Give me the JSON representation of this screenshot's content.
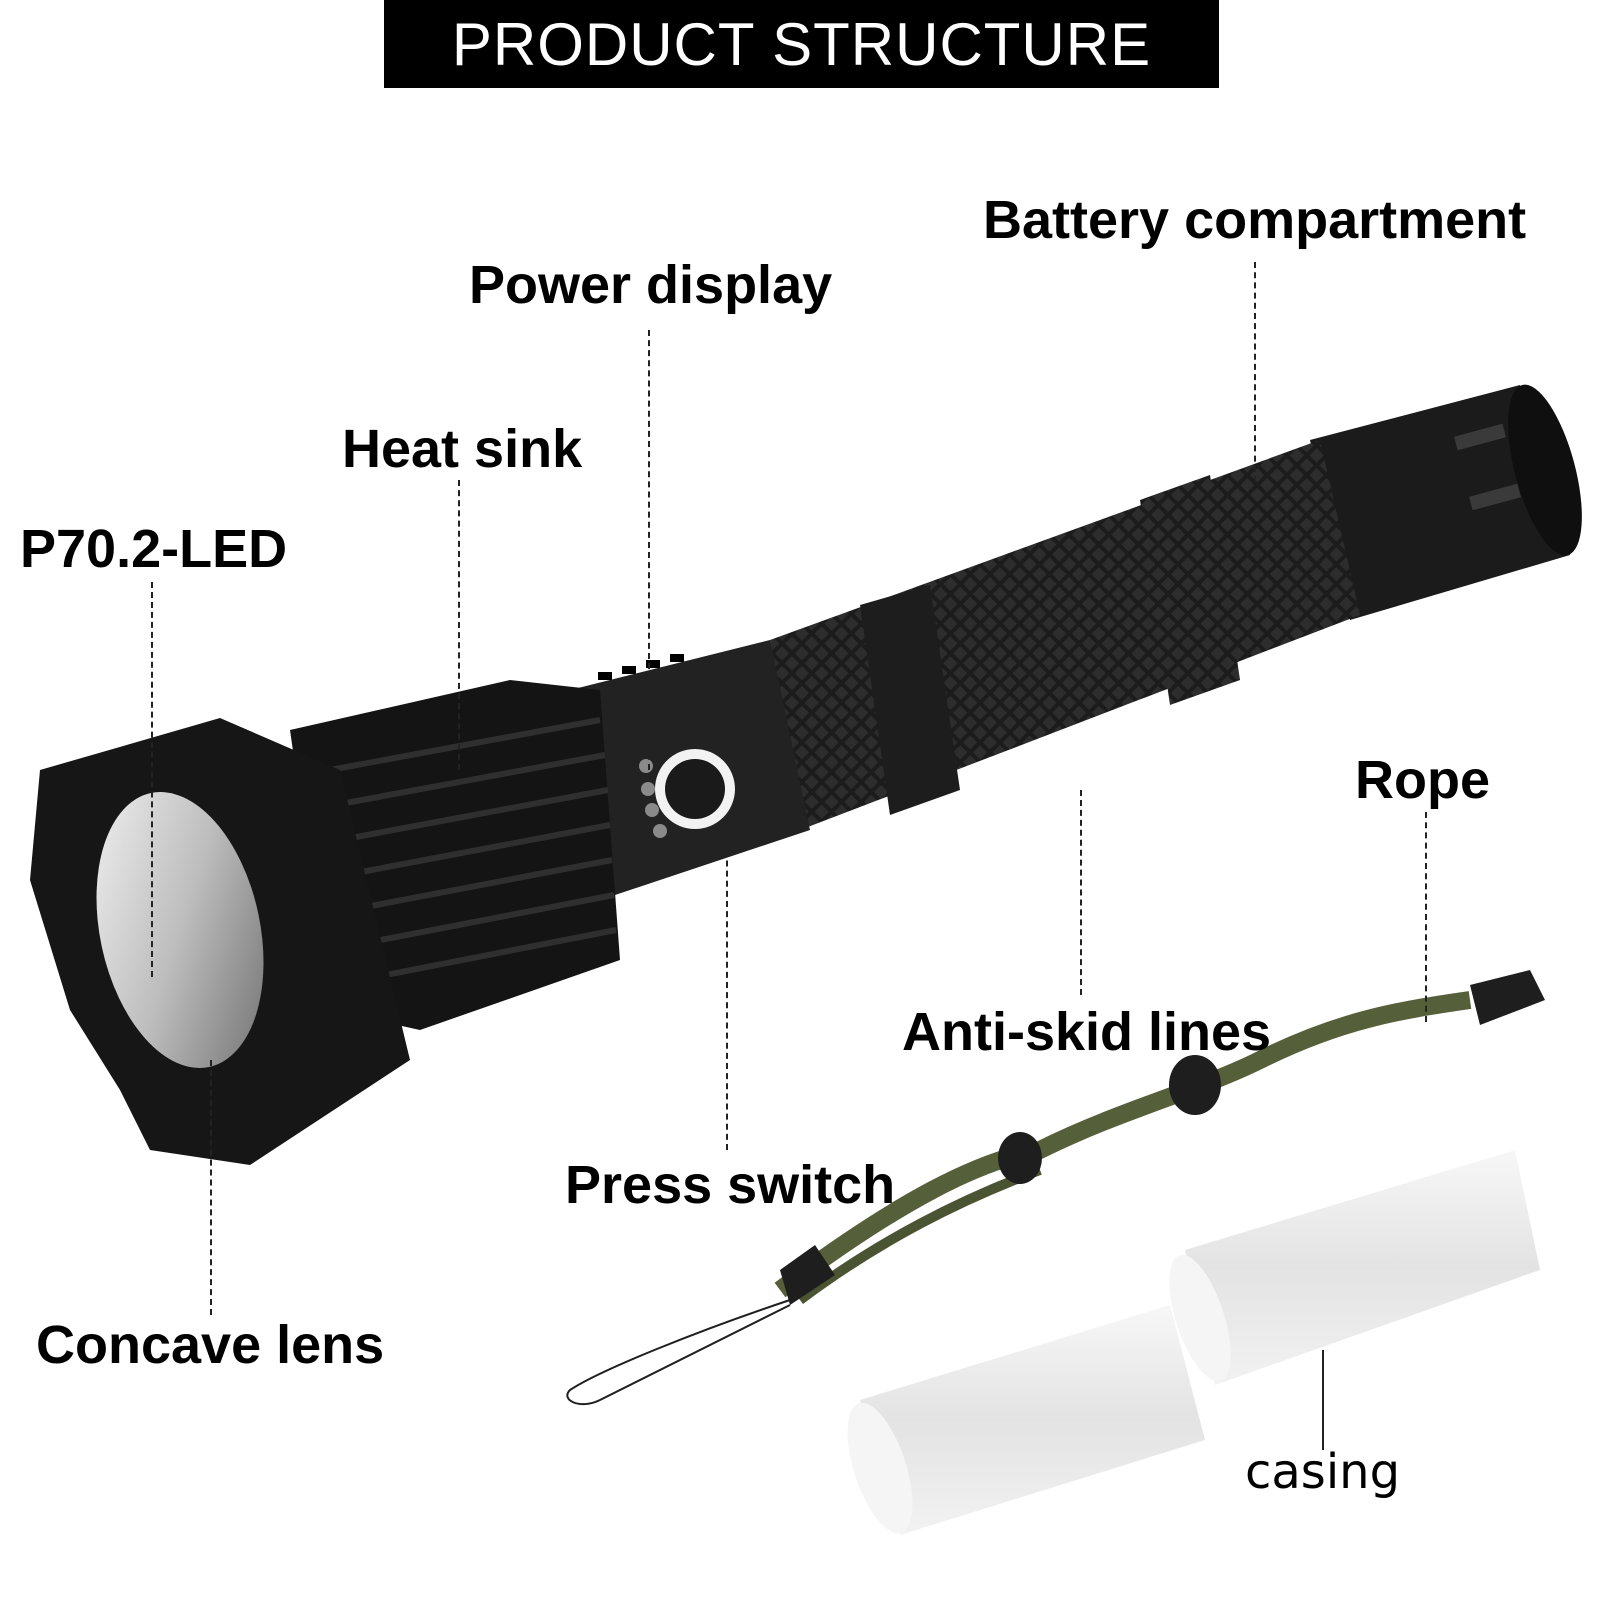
{
  "header": {
    "title": "PRODUCT STRUCTURE"
  },
  "labels": {
    "battery_compartment": "Battery compartment",
    "power_display": "Power display",
    "heat_sink": "Heat sink",
    "led": "P70.2-LED",
    "rope": "Rope",
    "anti_skid": "Anti-skid lines",
    "press_switch": "Press switch",
    "concave_lens": "Concave lens",
    "casing": "casing"
  },
  "colors": {
    "body": "#1a1a1a",
    "rope": "#55603a",
    "casing": "#ececec",
    "title_bg": "#000000",
    "title_fg": "#ffffff"
  }
}
